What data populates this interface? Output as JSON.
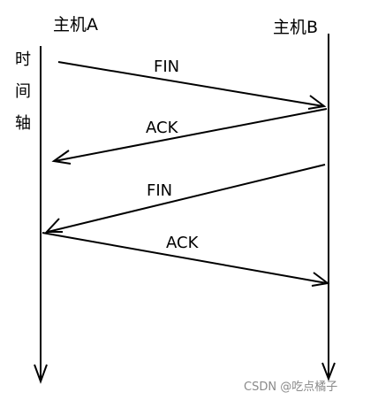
{
  "hosts": {
    "a": "主机A",
    "b": "主机B"
  },
  "time_axis": [
    "时",
    "间",
    "轴"
  ],
  "messages": [
    {
      "label": "FIN",
      "from": "A",
      "to": "B"
    },
    {
      "label": "ACK",
      "from": "B",
      "to": "A"
    },
    {
      "label": "FIN",
      "from": "B",
      "to": "A"
    },
    {
      "label": "ACK",
      "from": "A",
      "to": "B"
    }
  ],
  "watermark": "CSDN @吃点橘子"
}
